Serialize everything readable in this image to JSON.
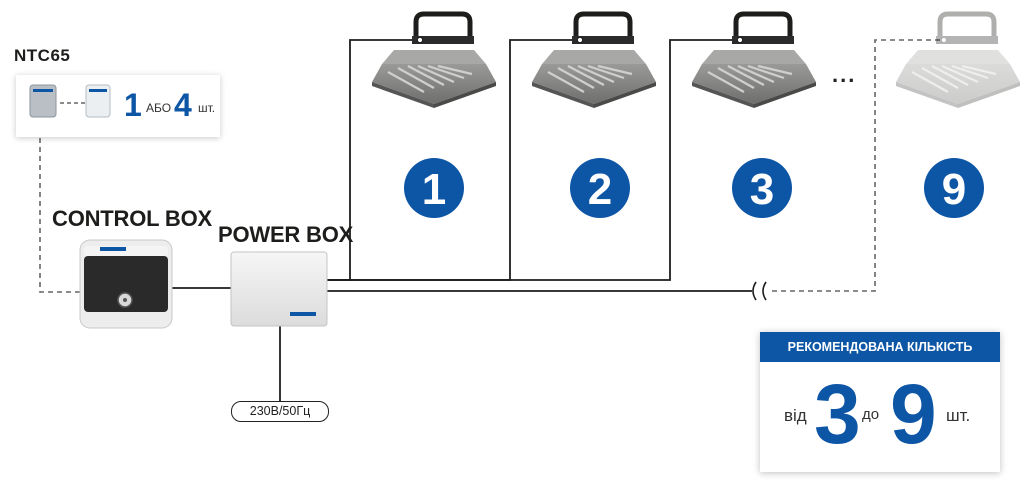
{
  "ntc": {
    "title": "NTC65",
    "count_a": "1",
    "or_label": "АБО",
    "count_b": "4",
    "unit": "шт."
  },
  "control_box": {
    "title": "CONTROL BOX"
  },
  "power_box": {
    "title": "POWER BOX",
    "power_label": "230В/50Гц"
  },
  "heaters": [
    {
      "number": "1",
      "faded": false
    },
    {
      "number": "2",
      "faded": false
    },
    {
      "number": "3",
      "faded": false
    },
    {
      "number": "9",
      "faded": true
    }
  ],
  "ellipsis": "...",
  "recommended": {
    "title": "РЕКОМЕНДОВАНА КІЛЬКІСТЬ",
    "from_label": "від",
    "min": "3",
    "to_label": "до",
    "max": "9",
    "unit": "шт."
  },
  "colors": {
    "accent": "#0d56a6",
    "line": "#1d1d1b",
    "dashed": "#666666"
  }
}
